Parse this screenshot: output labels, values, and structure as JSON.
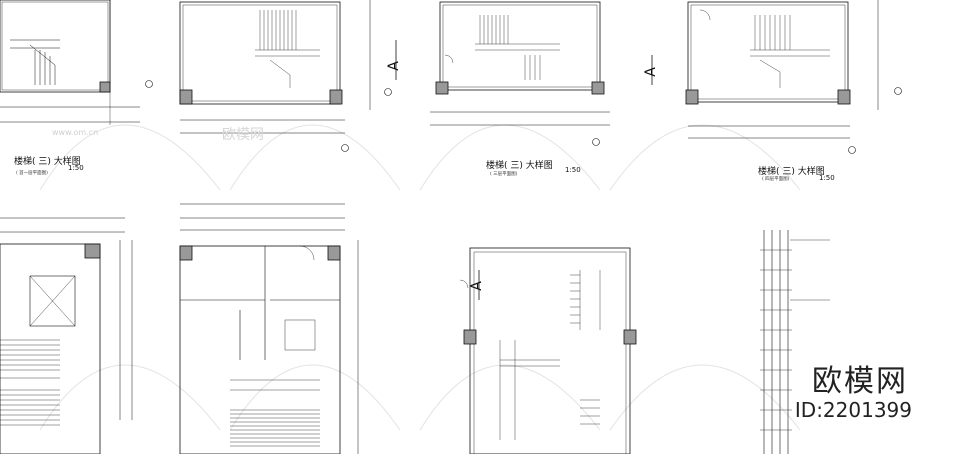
{
  "sheet": {
    "plans": [
      {
        "title": "楼梯( 三) 大样图",
        "scale": "1:50",
        "subtitle": "( 首一层平面图)"
      },
      {
        "title": "楼梯( 三) 大样图",
        "scale": "1:50",
        "subtitle": "( 三层平面图)"
      },
      {
        "title": "楼梯( 三) 大样图",
        "scale": "1:50",
        "subtitle": "( 四层平面图)"
      }
    ],
    "axis_label": "A",
    "grid_bubble": "A",
    "watermark_site": "www.om.cn",
    "watermark_brand": "欧模网",
    "watermark_id": "ID:2201399"
  }
}
